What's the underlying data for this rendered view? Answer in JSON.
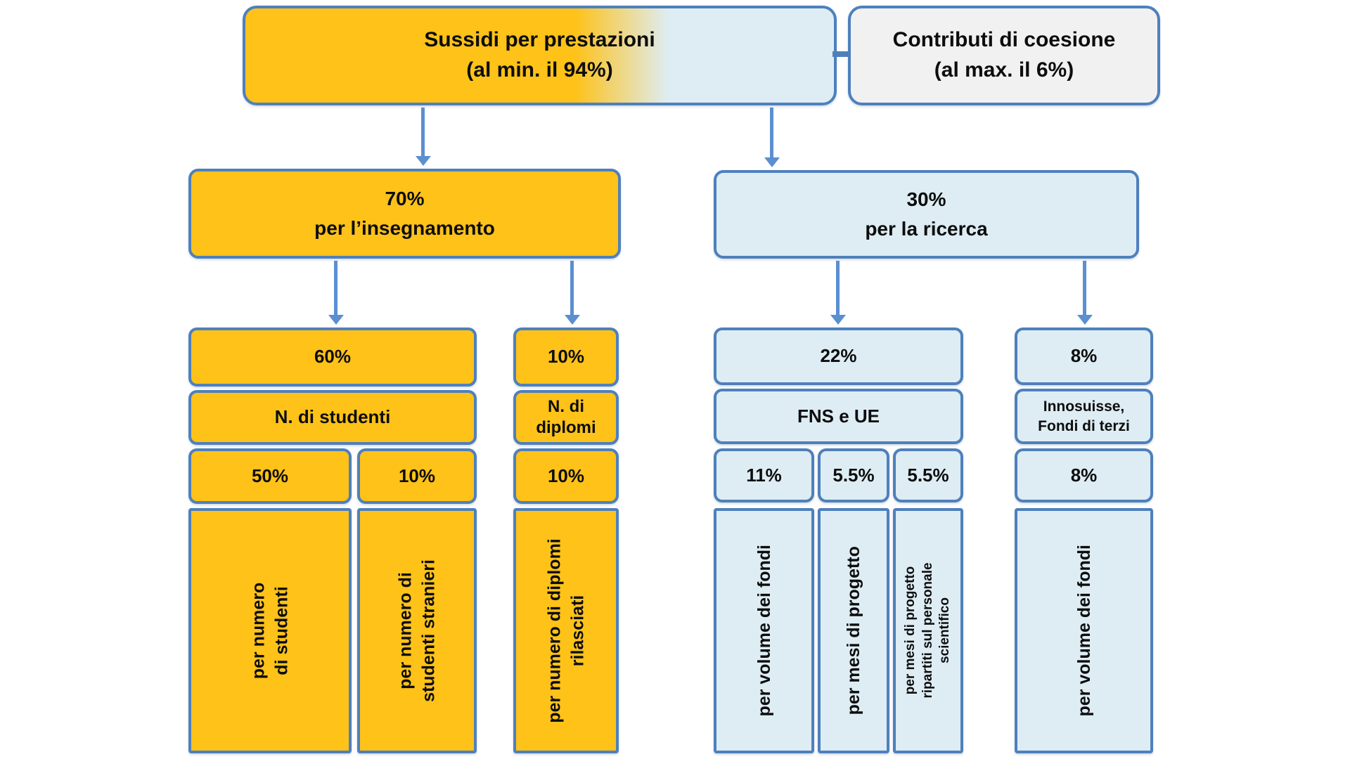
{
  "colors": {
    "orange": "#FEC219",
    "light_blue": "#DEEDF4",
    "gray": "#F1F1F1",
    "border_blue": "#4E80BC",
    "arrow_blue": "#5B8FD0"
  },
  "root_box": {
    "line1": "Sussidi per prestazioni",
    "line2": "(al min. il 94%)"
  },
  "cohesion_box": {
    "line1": "Contributi di coesione",
    "line2": "(al max. il 6%)"
  },
  "teaching_box": {
    "pct": "70%",
    "label": "per l’insegnamento"
  },
  "research_box": {
    "pct": "30%",
    "label": "per la ricerca"
  },
  "teaching": {
    "students": {
      "pct": "60%",
      "label": "N. di studenti",
      "col1": {
        "pct": "50%",
        "label": "per numero\ndi studenti"
      },
      "col2": {
        "pct": "10%",
        "label": "per numero di\nstudenti stranieri"
      }
    },
    "diplomas": {
      "pct": "10%",
      "label": "N. di\ndiplomi",
      "sub_pct": "10%",
      "sub_label": "per numero di diplomi\nrilasciati"
    }
  },
  "research": {
    "fns": {
      "pct": "22%",
      "label": "FNS e UE",
      "col1": {
        "pct": "11%",
        "label": "per volume dei fondi"
      },
      "col2": {
        "pct": "5.5%",
        "label": "per mesi di progetto"
      },
      "col3": {
        "pct": "5.5%",
        "label": "per mesi di progetto\nripartiti sul personale\nscientifico"
      }
    },
    "thirdparty": {
      "pct": "8%",
      "label": "Innosuisse,\nFondi di terzi",
      "sub_pct": "8%",
      "sub_label": "per volume dei fondi"
    }
  }
}
